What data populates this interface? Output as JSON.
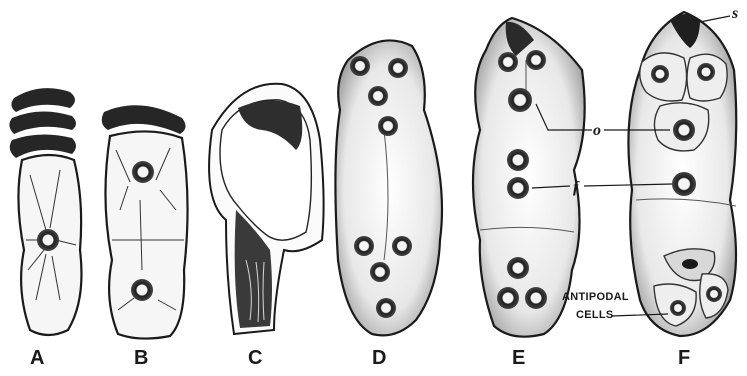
{
  "panels": [
    {
      "id": "A",
      "label": "A"
    },
    {
      "id": "B",
      "label": "B"
    },
    {
      "id": "C",
      "label": "C"
    },
    {
      "id": "D",
      "label": "D"
    },
    {
      "id": "E",
      "label": "E"
    },
    {
      "id": "F",
      "label": "F"
    }
  ],
  "annotations": {
    "antipodal_line1": "ANTIPODAL",
    "antipodal_line2": "CELLS",
    "o": "o",
    "f": "f",
    "s": "s"
  },
  "colors": {
    "ink": "#1a1a1a",
    "cell_fill": "#f2f2f2",
    "dark": "#2a2a2a",
    "background": "#ffffff"
  }
}
